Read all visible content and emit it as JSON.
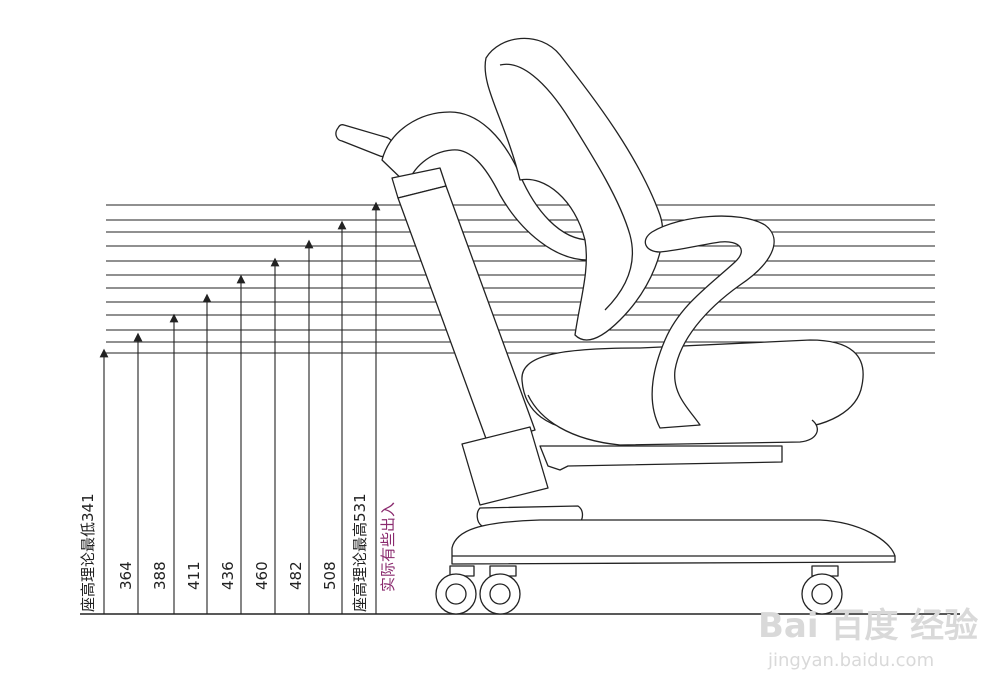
{
  "diagram": {
    "heights": [
      "364",
      "388",
      "411",
      "436",
      "460",
      "482",
      "508"
    ],
    "min_label": "座高理论最低341",
    "max_label": "座高理论最高531",
    "note": "实际有些出入"
  },
  "watermark": {
    "logo_text": "Bai 百度 经验",
    "url": "jingyan.baidu.com"
  }
}
